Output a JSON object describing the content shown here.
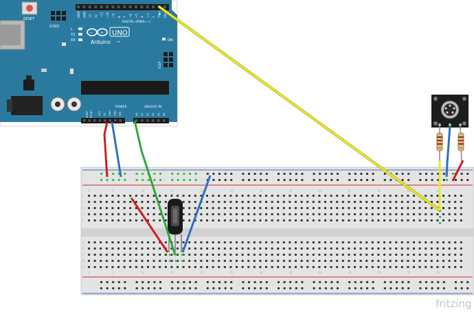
{
  "app": {
    "watermark": "fritzing"
  },
  "arduino": {
    "reset_label": "RESET",
    "icsp2_label": "ICSP2",
    "aref_label": "AREF",
    "gnd_label": "GND",
    "digital_label": "DIGITAL (PWM=~)",
    "digital_pins": [
      "13",
      "12",
      "~11",
      "~10",
      "~9",
      "8",
      "7",
      "~6",
      "~5",
      "4",
      "~3",
      "2",
      "TX▶1",
      "RX◀0"
    ],
    "led_labels": [
      "L",
      "TX",
      "RX"
    ],
    "brand": "Arduino",
    "tm": "TM",
    "model": "UNO",
    "on_label": "ON",
    "icsp_label": "ICSP",
    "power_label": "POWER",
    "analog_label": "ANALOG IN",
    "ioref_label": "IOREF",
    "reset2_label": "RESET",
    "power_pins": [
      "3V3",
      "5V",
      "GND",
      "GND",
      "VIN"
    ],
    "analog_pins": [
      "A0",
      "A1",
      "A2",
      "A3",
      "A4",
      "A5"
    ]
  },
  "breadboard": {
    "row_letters_top": [
      "J",
      "I",
      "H",
      "G",
      "F"
    ],
    "row_letters_bottom": [
      "E",
      "D",
      "C",
      "B",
      "A"
    ],
    "column_numbers": [
      "1",
      "5",
      "10",
      "15",
      "20",
      "25",
      "30",
      "35",
      "40",
      "45",
      "50",
      "55",
      "60"
    ]
  },
  "wire_colors": {
    "red": "#cc1f1f",
    "blue": "#2f6fbf",
    "green": "#2fa83a",
    "yellow": "#e8e829",
    "board_blue": "#2a7aa0"
  },
  "components": [
    "potentiometer",
    "midi-din-connector",
    "resistor",
    "resistor"
  ]
}
